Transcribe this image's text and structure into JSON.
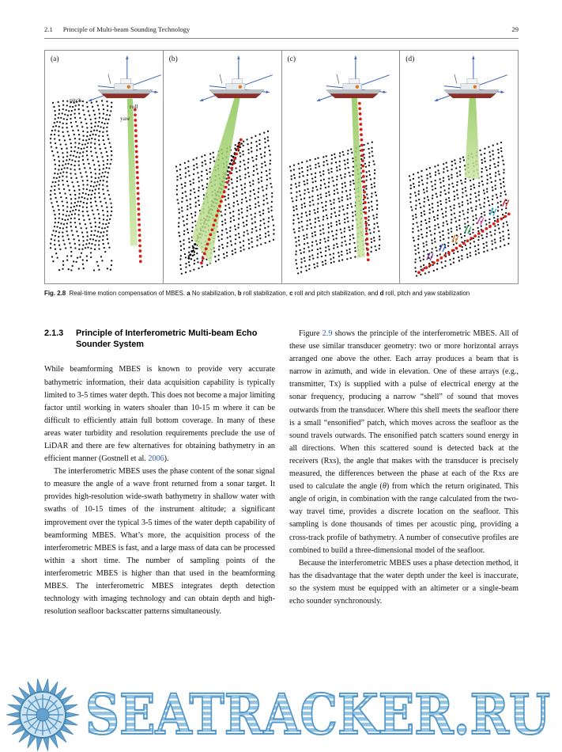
{
  "header": {
    "section_number": "2.1",
    "section_title": "Principle of Multi-beam Sounding Technology",
    "page_number": "29"
  },
  "figure": {
    "panels": [
      {
        "label": "(a)",
        "annotations": [
          "pitch",
          "roll",
          "yaw"
        ]
      },
      {
        "label": "(b)",
        "annotations": []
      },
      {
        "label": "(c)",
        "annotations": []
      },
      {
        "label": "(d)",
        "annotations": []
      }
    ],
    "caption": [
      {
        "t": "Fig. 2.8",
        "b": true
      },
      {
        "t": "  Real-time motion compensation of MBES. "
      },
      {
        "t": "a",
        "b": true
      },
      {
        "t": " No stabilization, "
      },
      {
        "t": "b",
        "b": true
      },
      {
        "t": " roll stabilization, "
      },
      {
        "t": "c",
        "b": true
      },
      {
        "t": " roll and pitch stabilization, and "
      },
      {
        "t": "d",
        "b": true
      },
      {
        "t": " roll, pitch and yaw stabilization"
      }
    ]
  },
  "section": {
    "number": "2.1.3",
    "title": "Principle of Interferometric Multi-beam Echo Sounder System"
  },
  "body": {
    "left": [
      {
        "indent": false,
        "segments": [
          {
            "t": "While beamforming MBES is known to provide very accurate bathymetric information, their data acquisition capability is typically limited to 3-5 times water depth. This does not become a major limiting factor until working in waters shoaler than 10-15 m where it can be difficult to efficiently attain full bottom coverage. In many of these areas water turbidity and resolution requirements preclude the use of LiDAR and there are few alternatives for obtaining bathymetry in an efficient manner (Gostnell et al. "
          },
          {
            "t": "2006",
            "link": true
          },
          {
            "t": ")."
          }
        ]
      },
      {
        "indent": true,
        "segments": [
          {
            "t": "The interferometric MBES uses the phase content of the sonar signal to measure the angle of a wave front returned from a sonar target. It provides high-resolution wide-swath bathymetry in shallow water with swaths of 10-15 times of the instrument altitude; a significant improvement over the typical 3-5 times of the water depth capability of beamforming MBES. What’s more, the acquisition process of the interferometric MBES is fast, and a large mass of data can be processed within a short time. The number of sampling points of the interferometric MBES is higher than that used in the beamforming MBES. The interferometric MBES integrates depth detection technology with imaging technology and can obtain depth and high-resolution seafloor backscatter patterns simultaneously."
          }
        ]
      }
    ],
    "right": [
      {
        "indent": true,
        "segments": [
          {
            "t": "Figure "
          },
          {
            "t": "2.9",
            "link": true
          },
          {
            "t": " shows the principle of the interferometric MBES. All of these use similar transducer geometry: two or more horizontal arrays arranged one above the other. Each array produces a beam that is narrow in azimuth, and wide in elevation. One of these arrays (e.g., transmitter, Tx) is supplied with a pulse of electrical energy at the sonar frequency, producing a narrow “shell” of sound that moves outwards from the transducer. Where this shell meets the seafloor there is a small “ensonified” patch, which moves across the seafloor as the sound travels outwards. The ensonified patch scatters sound energy in all directions. When this scattered sound is detected back at the receivers (Rxs), the angle that makes with the transducer is precisely measured, the differences between the phase at each of the Rxs are used to calculate the angle ("
          },
          {
            "t": "θ",
            "i": true
          },
          {
            "t": ") from which the return originated. This angle of origin, in combination with the range calculated from the two-way travel time, provides a discrete location on the seafloor. This sampling is done thousands of times per acoustic ping, providing a cross-track profile of bathymetry. A number of consecutive profiles are combined to build a three-dimensional model of the seafloor."
          }
        ]
      },
      {
        "indent": true,
        "segments": [
          {
            "t": "Because the interferometric MBES uses a phase detection method, it has the disadvantage that the water depth under the keel is inaccurate, so the system must be equipped with an altimeter or a single-beam echo sounder synchronously."
          }
        ]
      }
    ]
  },
  "watermark": {
    "text": "SEATRACKER.RU"
  },
  "colors": {
    "link": "#2b5cad",
    "beam_green": "#7fb54e",
    "swath_red": "#d42015",
    "axis_blue": "#3a62b8",
    "watermark_blue": "#4e93c4"
  }
}
